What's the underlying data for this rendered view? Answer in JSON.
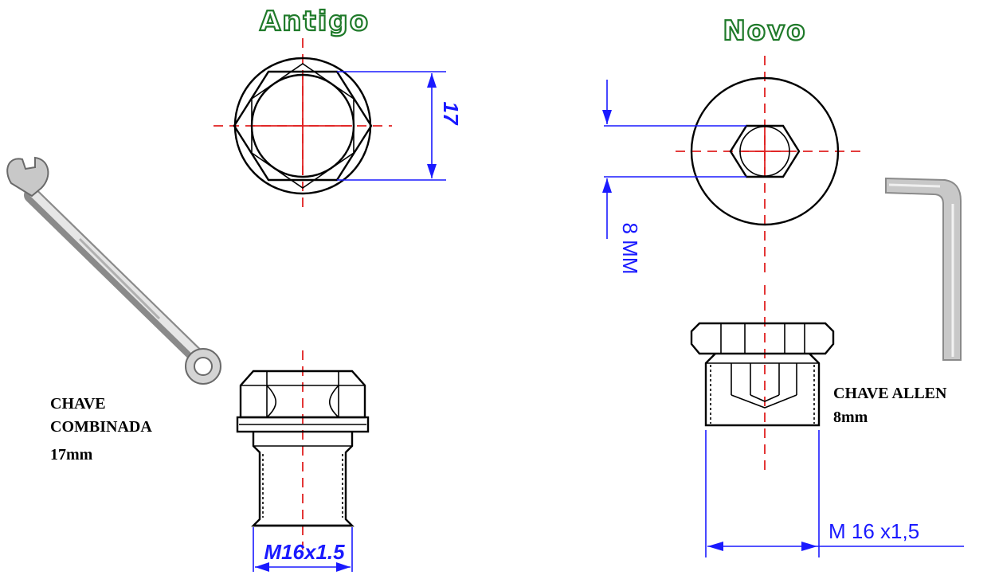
{
  "titles": {
    "old": "Antigo",
    "new": "Novo"
  },
  "labels": {
    "wrench_line1": "CHAVE",
    "wrench_line2": "COMBINADA",
    "wrench_line3": "17mm",
    "allen_line1": "CHAVE ALLEN",
    "allen_line2": "8mm"
  },
  "dimensions": {
    "old_hex": "17",
    "old_thread": "M16x1.5",
    "new_hex": "8 MM",
    "new_thread": "M 16 x1,5"
  },
  "colors": {
    "title_outline": "#1f7a2a",
    "dimension": "#1a1aff",
    "centerline": "#e02020"
  }
}
